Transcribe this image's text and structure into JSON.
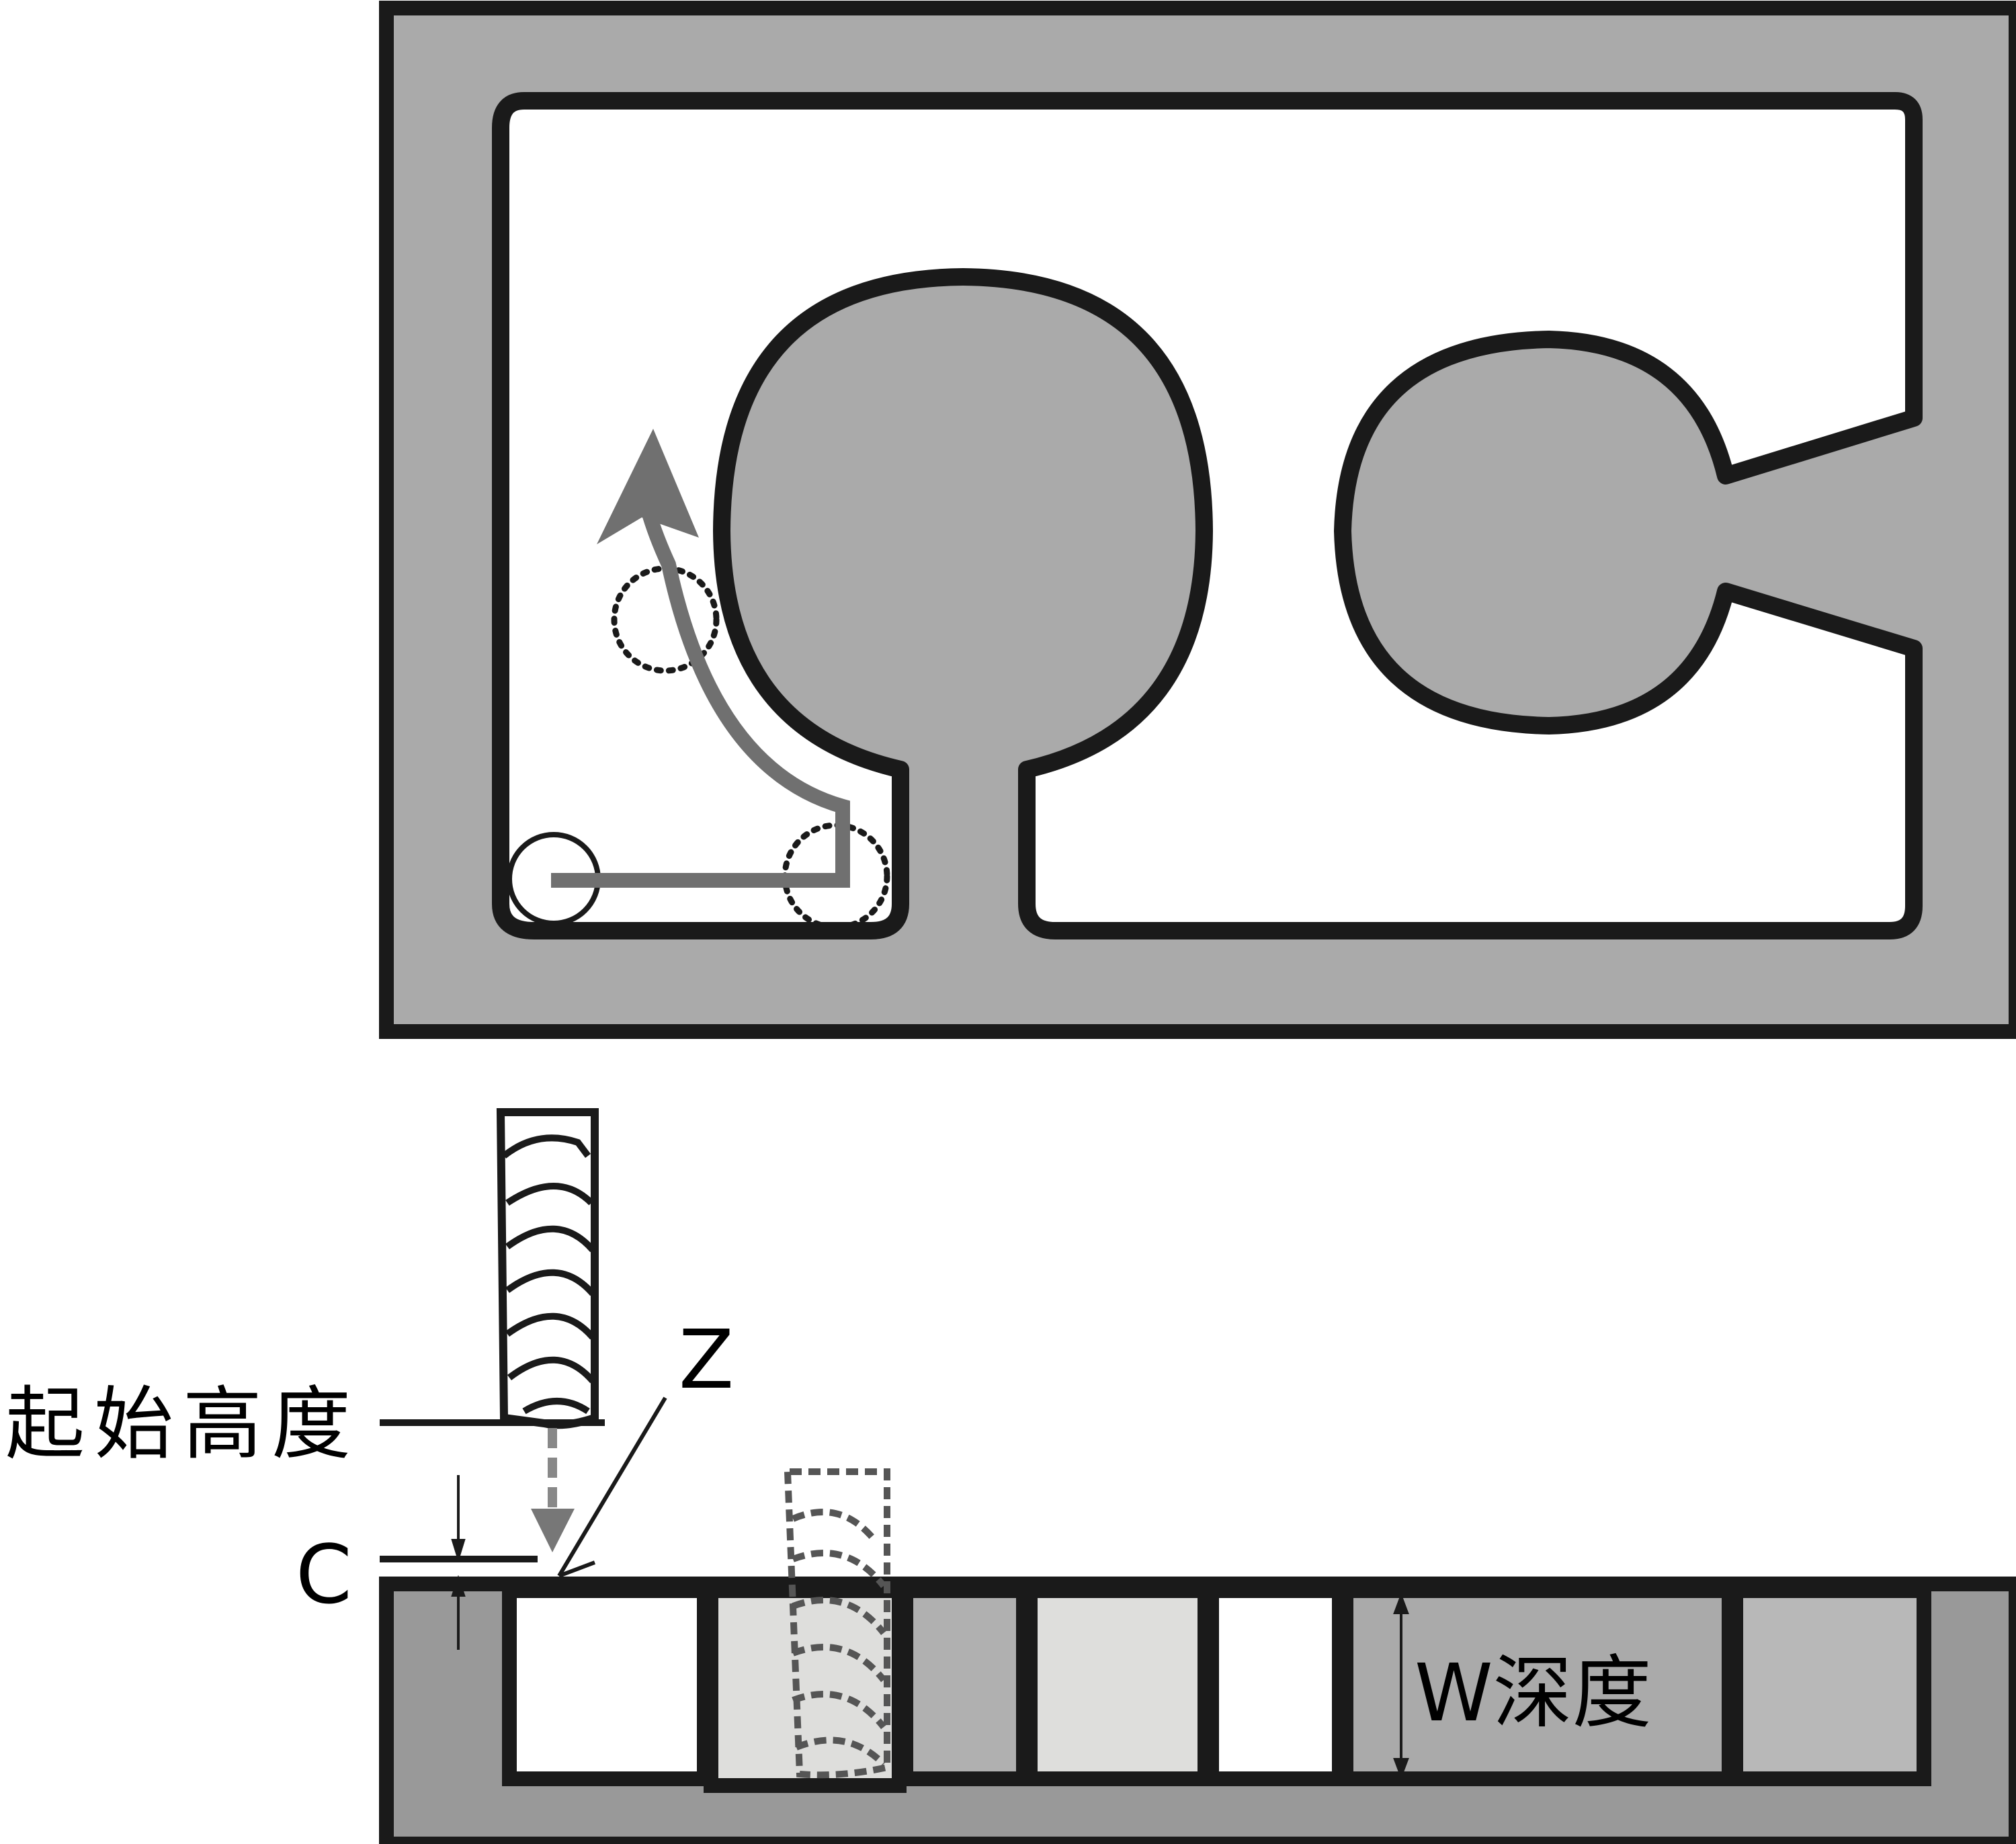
{
  "labels": {
    "start_height": "起始高度",
    "z": "Z",
    "c": "C",
    "w_depth": "W深度"
  },
  "colors": {
    "material": "#aaaaaa",
    "outline": "#1a1a1a",
    "path": "#707070",
    "cavity_white": "#ffffff",
    "cavity_light": "#dededc",
    "cavity_mid": "#b8b8b8",
    "cavity_dark": "#999999",
    "dashed_tool": "#555555"
  }
}
